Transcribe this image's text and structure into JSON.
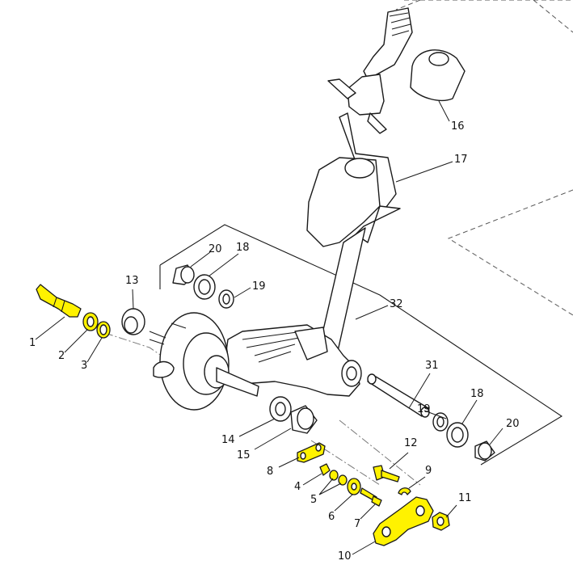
{
  "highlight_color": "#fff200",
  "callouts": [
    {
      "id": "1",
      "text": "1"
    },
    {
      "id": "2",
      "text": "2"
    },
    {
      "id": "3",
      "text": "3"
    },
    {
      "id": "4",
      "text": "4"
    },
    {
      "id": "5",
      "text": "5"
    },
    {
      "id": "6",
      "text": "6"
    },
    {
      "id": "7",
      "text": "7"
    },
    {
      "id": "8",
      "text": "8"
    },
    {
      "id": "9",
      "text": "9"
    },
    {
      "id": "10",
      "text": "10"
    },
    {
      "id": "11",
      "text": "11"
    },
    {
      "id": "12",
      "text": "12"
    },
    {
      "id": "13",
      "text": "13"
    },
    {
      "id": "14",
      "text": "14"
    },
    {
      "id": "15",
      "text": "15"
    },
    {
      "id": "16",
      "text": "16"
    },
    {
      "id": "17",
      "text": "17"
    },
    {
      "id": "18a",
      "text": "18"
    },
    {
      "id": "18b",
      "text": "18"
    },
    {
      "id": "19a",
      "text": "19"
    },
    {
      "id": "19b",
      "text": "19"
    },
    {
      "id": "20a",
      "text": "20"
    },
    {
      "id": "20b",
      "text": "20"
    },
    {
      "id": "31",
      "text": "31"
    },
    {
      "id": "32",
      "text": "32"
    }
  ],
  "highlighted_parts": [
    "1",
    "2",
    "3",
    "4",
    "5",
    "6",
    "7",
    "8",
    "9",
    "10",
    "11",
    "12"
  ]
}
